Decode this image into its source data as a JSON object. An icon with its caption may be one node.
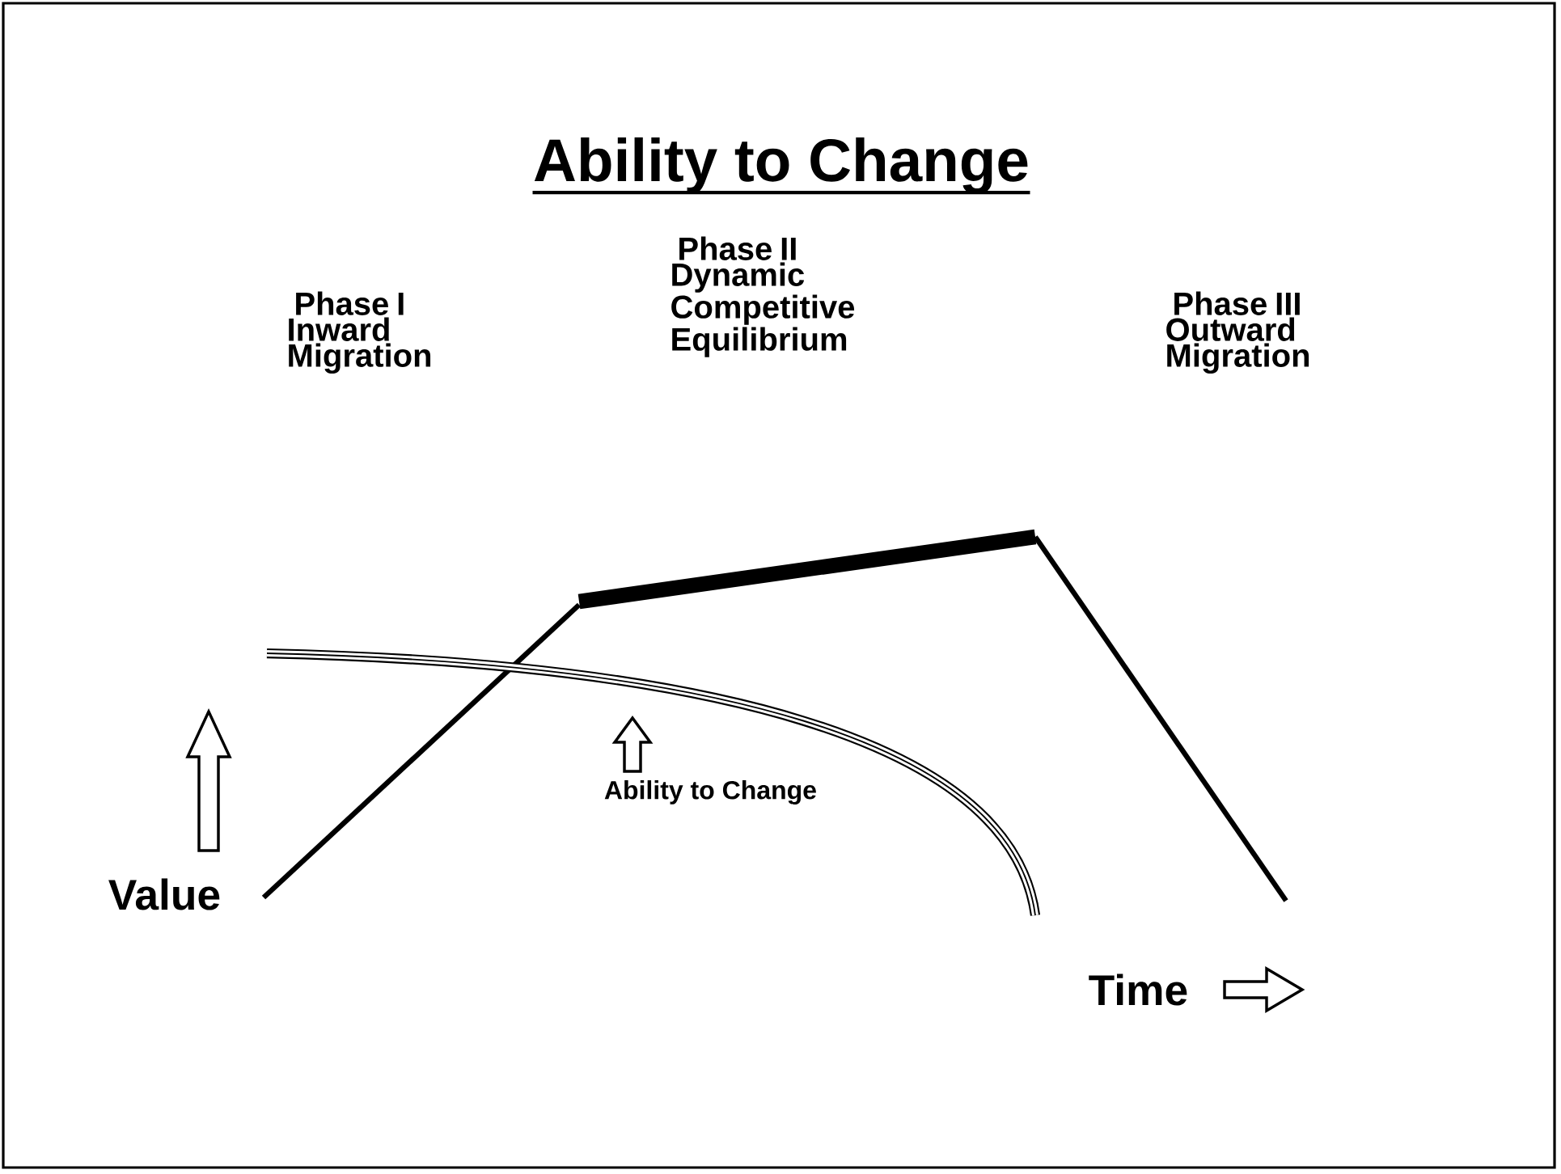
{
  "diagram": {
    "title": "Ability to Change",
    "labels": [
      "Phase I Inward Migration",
      "Phase II Dynamic Competitive Equilibrium",
      "Phase III Outward Migration",
      "Ability to Change",
      "Value",
      "Time"
    ]
  }
}
